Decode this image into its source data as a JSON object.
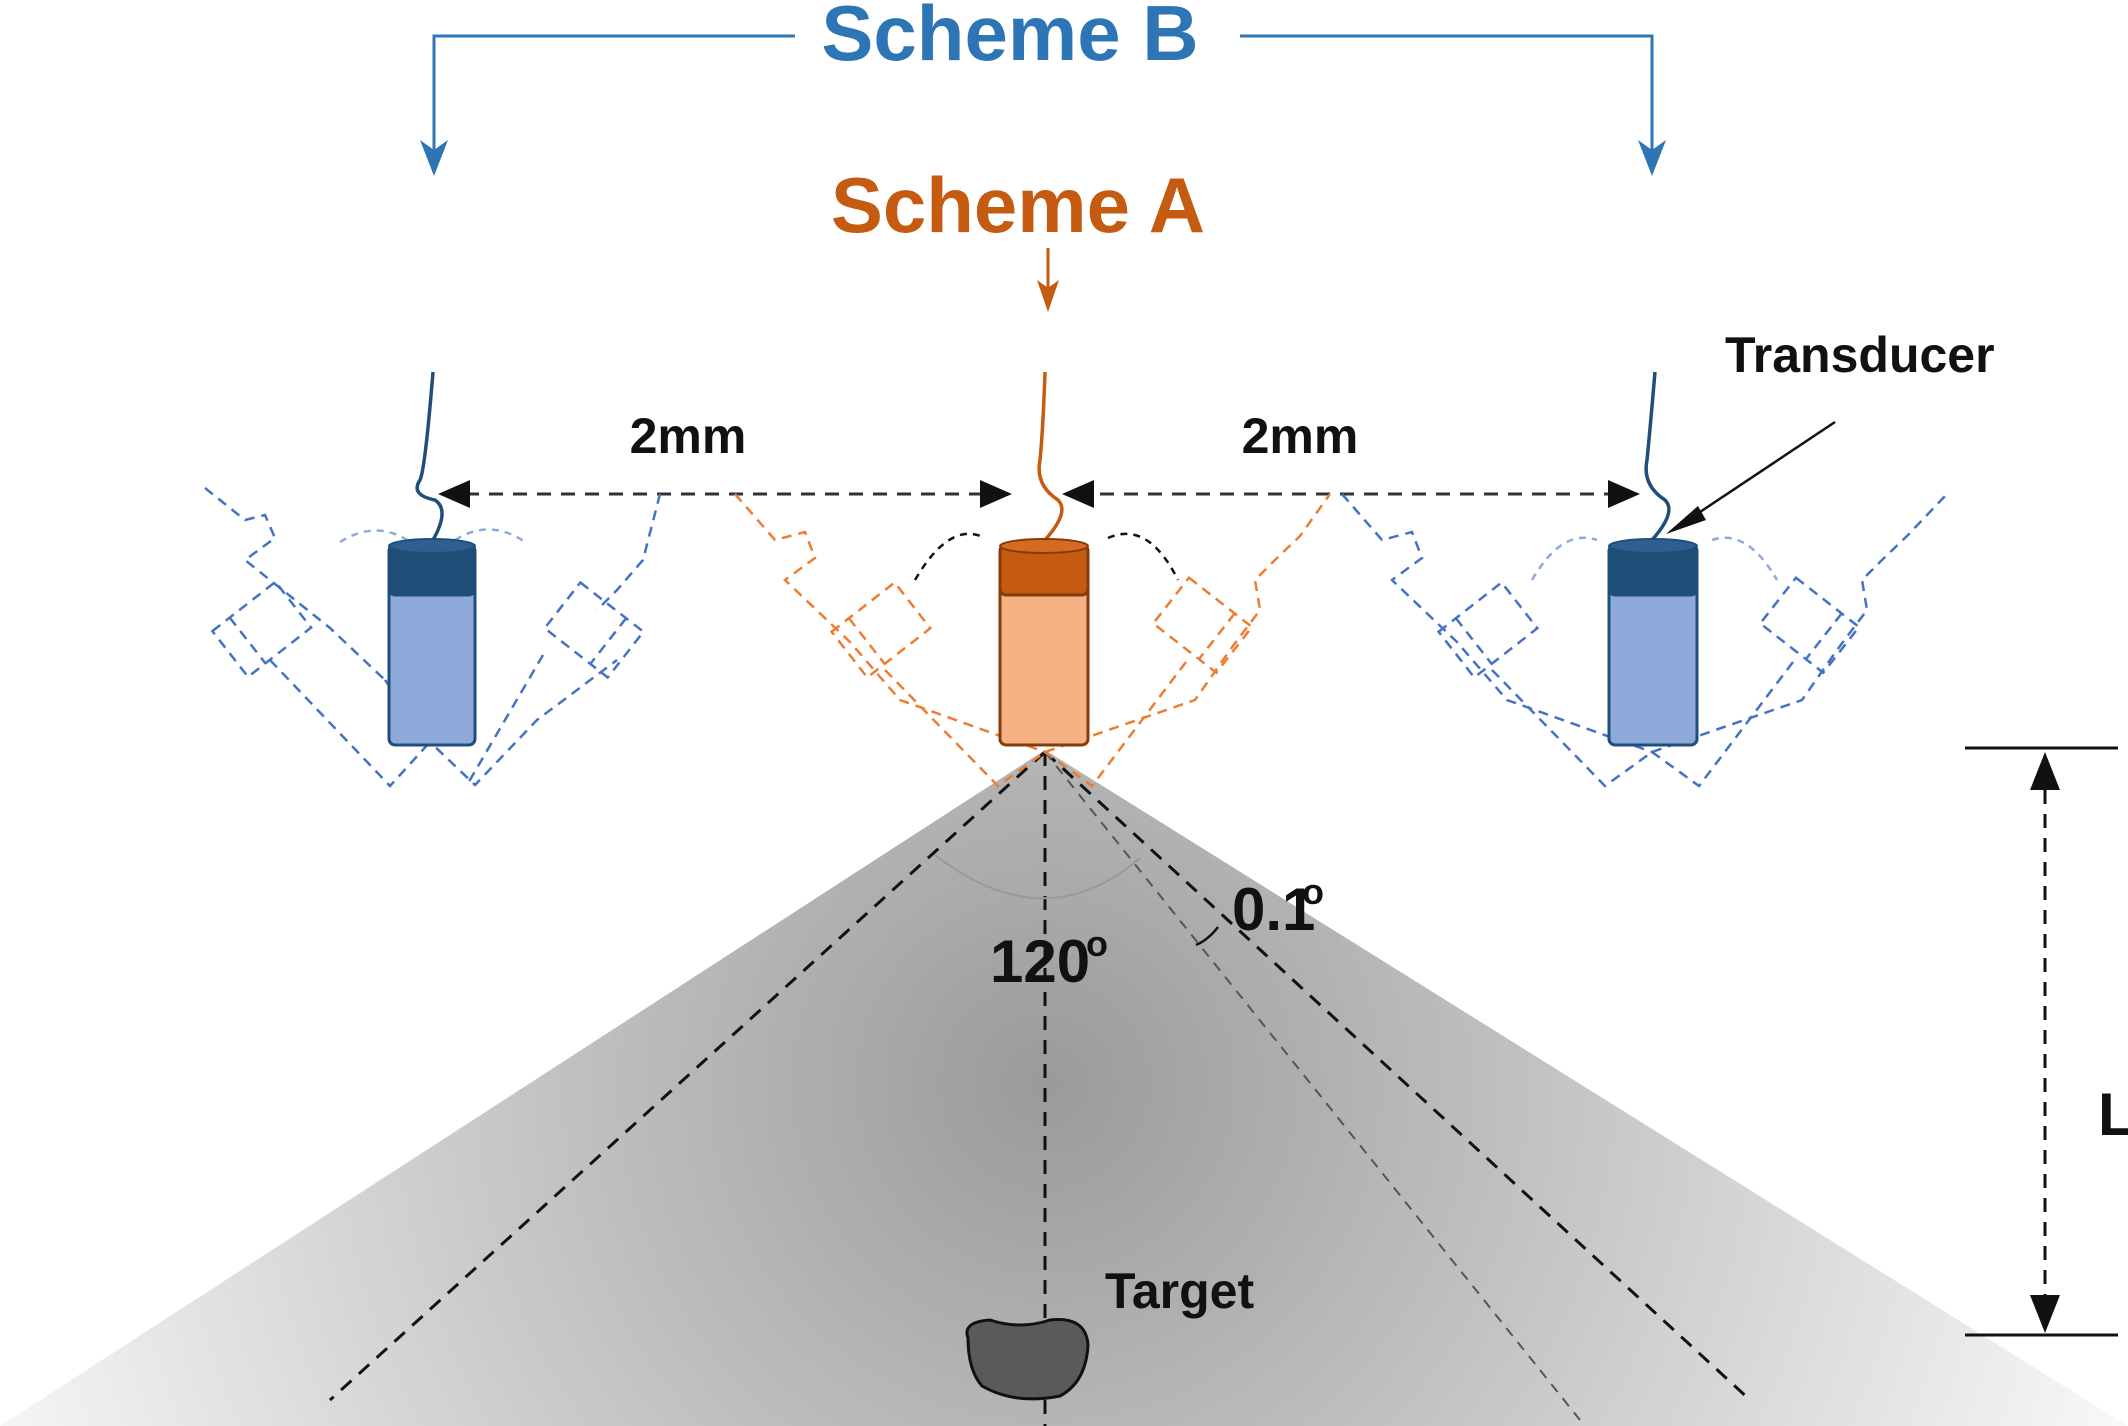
{
  "labels": {
    "scheme_b": "Scheme B",
    "scheme_a": "Scheme A",
    "spacing_left": "2mm",
    "spacing_right": "2mm",
    "transducer": "Transducer",
    "beam_angle": "120",
    "beam_angle_unit": "o",
    "step_angle": "0.1",
    "step_angle_unit": "o",
    "distance": "L",
    "target": "Target"
  },
  "colors": {
    "scheme_a": "#c55a11",
    "scheme_b": "#2e75b6",
    "transducer_blue_body": "#8eaadb",
    "transducer_blue_cap": "#1f4e79",
    "transducer_orange_body": "#f4b183",
    "transducer_orange_cap": "#c55a11",
    "beam": "#a6a6a6",
    "target": "#595959"
  }
}
